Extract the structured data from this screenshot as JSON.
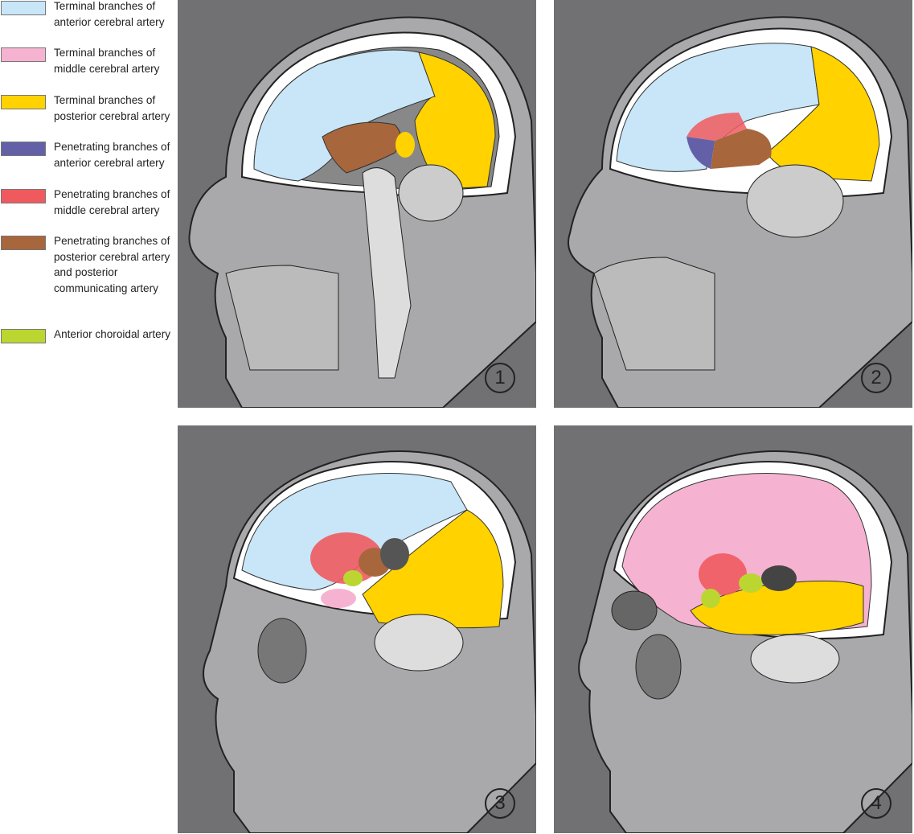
{
  "legend": [
    {
      "label": "Terminal branches of anterior cerebral artery",
      "color": "#c8e6f8"
    },
    {
      "label": "Terminal branches of middle cerebral artery",
      "color": "#f5b3d1"
    },
    {
      "label": "Terminal branches of posterior cerebral artery",
      "color": "#ffd200"
    },
    {
      "label": "Penetrating branches of anterior cerebral artery",
      "color": "#6460a8"
    },
    {
      "label": "Penetrating branches of middle cerebral artery",
      "color": "#f05a5f"
    },
    {
      "label": "Penetrating branches of posterior cerebral artery and posterior communicating artery",
      "color": "#a8663c"
    },
    {
      "label": "Anterior choroidal artery",
      "color": "#bcd631"
    }
  ],
  "panels": [
    {
      "number": "1"
    },
    {
      "number": "2"
    },
    {
      "number": "3"
    },
    {
      "number": "4"
    }
  ]
}
